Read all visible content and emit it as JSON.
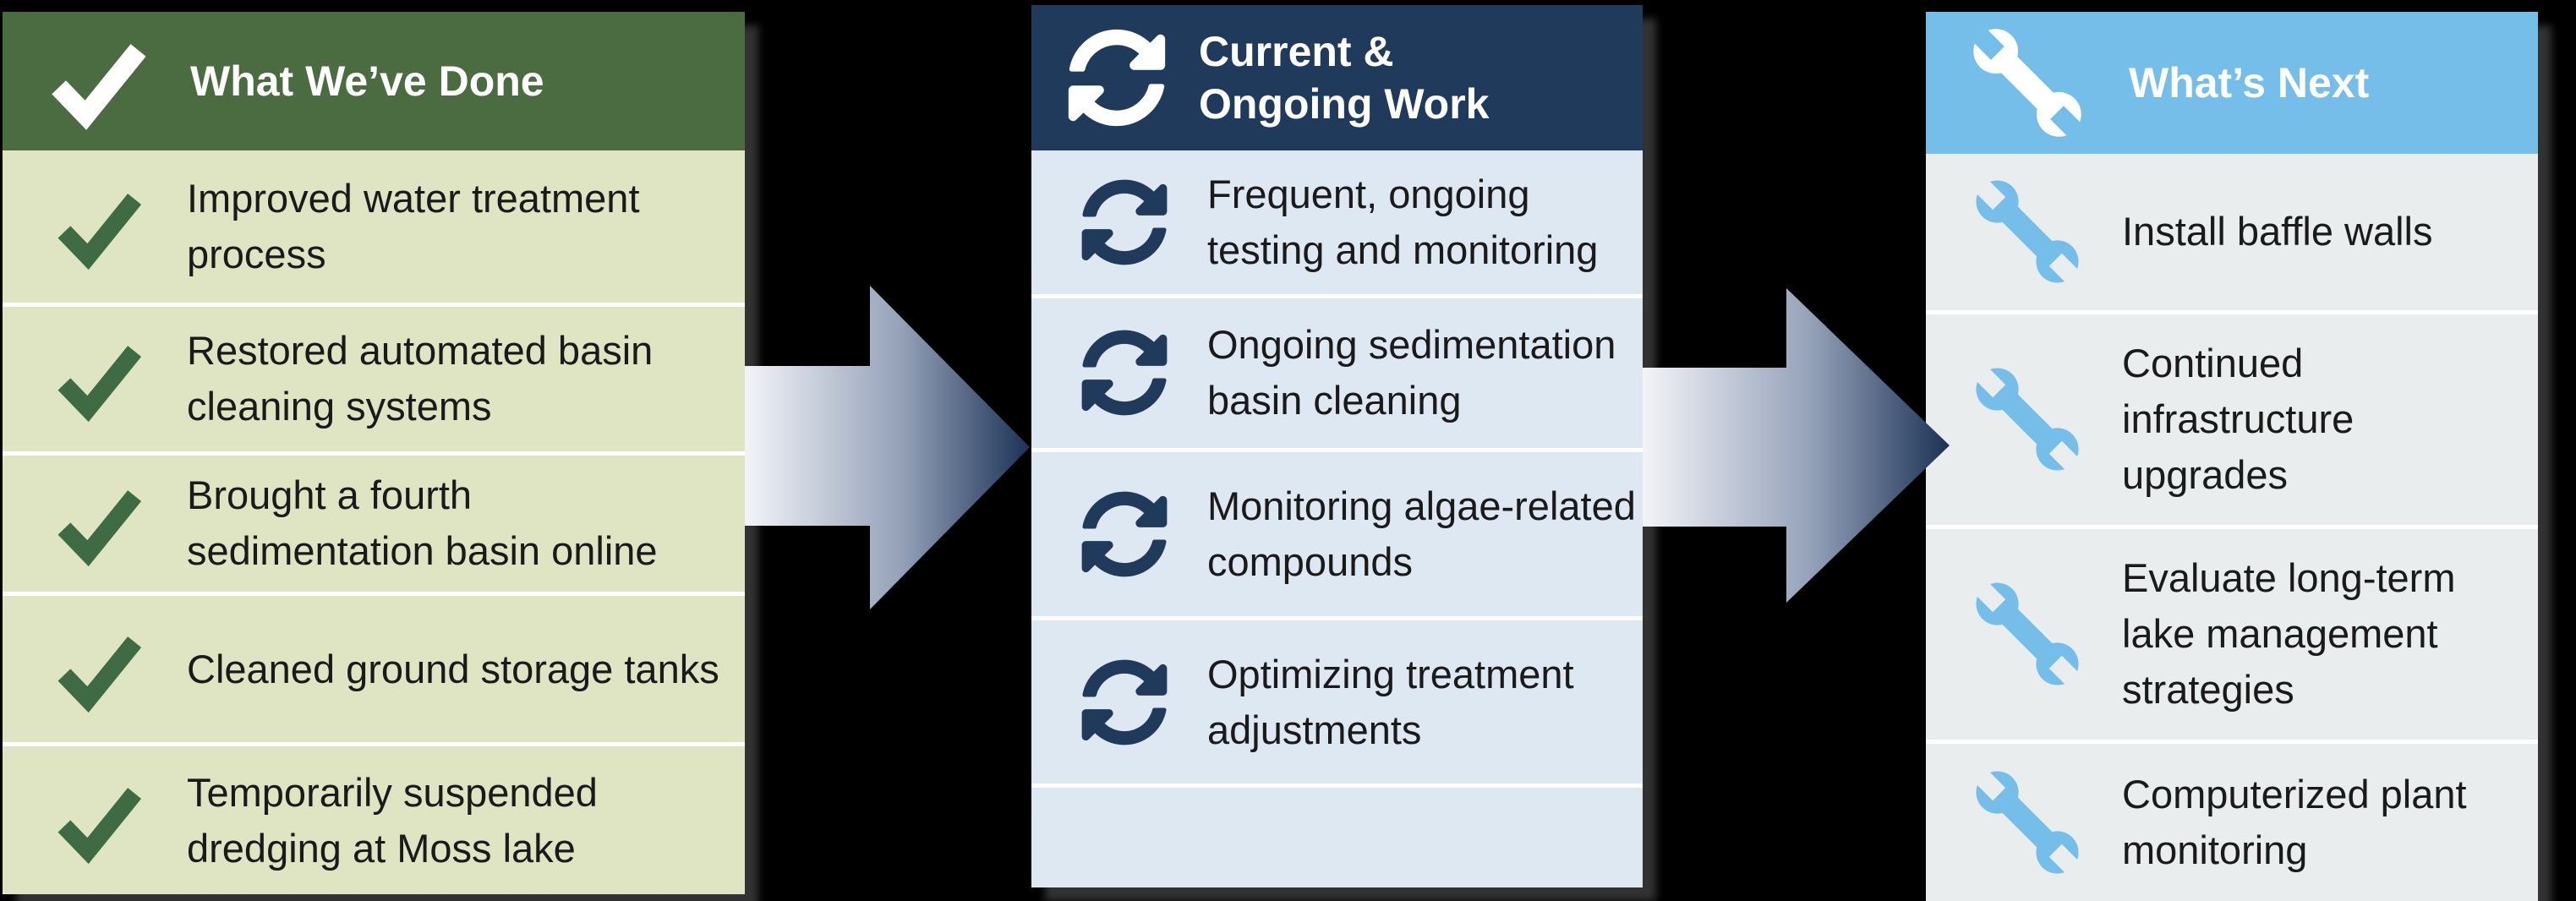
{
  "columns": {
    "done": {
      "header": "What We’ve Done",
      "header_icon": "check-icon",
      "items": [
        "Improved water treatment process",
        "Restored automated basin cleaning systems",
        "Brought a fourth sedimentation basin online",
        "Cleaned ground storage tanks",
        "Temporarily suspended dredging at Moss lake"
      ]
    },
    "ongoing": {
      "header": "Current & Ongoing Work",
      "header_icon": "sync-icon",
      "items": [
        "Frequent, ongoing testing and monitoring",
        "Ongoing sedimentation basin cleaning",
        "Monitoring algae-related compounds",
        "Optimizing treatment adjustments"
      ]
    },
    "next": {
      "header": "What’s Next",
      "header_icon": "wrench-icon",
      "items": [
        "Install baffle walls",
        "Continued infrastructure upgrades",
        "Evaluate long-term lake management strategies",
        "Computerized plant monitoring"
      ]
    }
  },
  "colors": {
    "done_header": "#4a6c40",
    "done_body": "#dfe5c2",
    "done_check": "#3e6b44",
    "ongoing_header": "#203a5c",
    "ongoing_body": "#dde8f3",
    "next_header": "#75bee9",
    "next_body": "#e9edee",
    "arrow_gradient_start": "#f3f4f8",
    "arrow_gradient_end": "#1c3256",
    "item_text": "#1a1a1a",
    "background": "#000000"
  }
}
